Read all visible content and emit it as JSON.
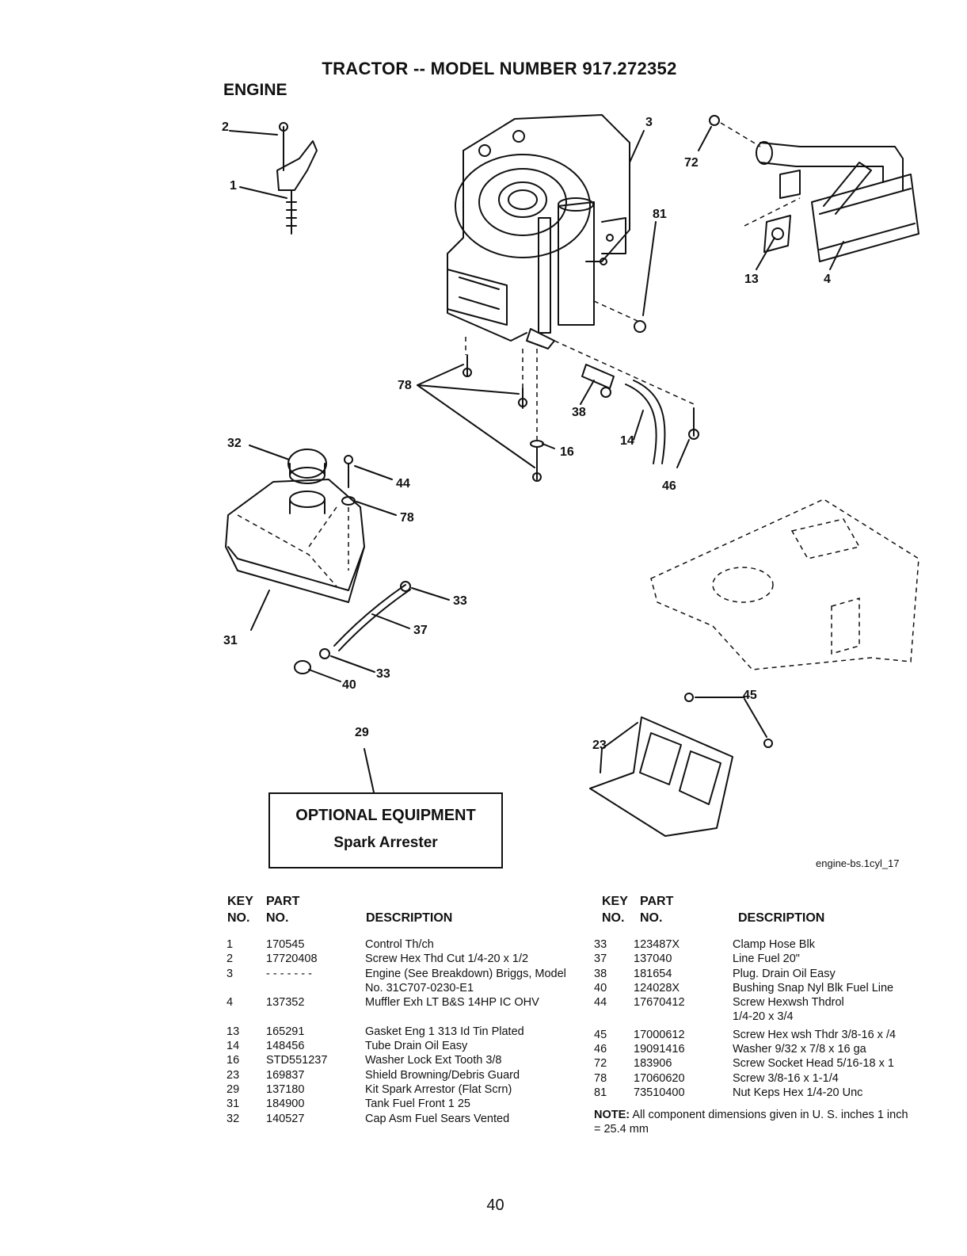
{
  "header": {
    "title": "TRACTOR -- MODEL NUMBER 917.272352",
    "section": "ENGINE"
  },
  "callouts": [
    "2",
    "1",
    "3",
    "72",
    "81",
    "13",
    "4",
    "78",
    "38",
    "14",
    "16",
    "32",
    "44",
    "46",
    "78",
    "33",
    "37",
    "31",
    "33",
    "40",
    "45",
    "23",
    "29"
  ],
  "optional": {
    "heading": "OPTIONAL EQUIPMENT",
    "subheading": "Spark Arrester"
  },
  "figure_ref": "engine-bs.1cyl_17",
  "table": {
    "key_label_1": "KEY",
    "key_label_2": "NO.",
    "part_label_1": "PART",
    "part_label_2": "NO.",
    "desc_label": "DESCRIPTION",
    "left_rows": [
      {
        "key": "1",
        "part": "170545",
        "desc": "Control Th/ch"
      },
      {
        "key": "2",
        "part": "17720408",
        "desc": "Screw Hex Thd Cut 1/4-20 x 1/2"
      },
      {
        "key": "3",
        "part": "- - - - - - -",
        "desc": "Engine (See Breakdown) Briggs, Model No. 31C707-0230-E1"
      },
      {
        "key": "4",
        "part": "137352",
        "desc": "Muffler Exh LT B&S 14HP IC OHV"
      },
      {
        "key": "13",
        "part": "165291",
        "desc": "Gasket Eng 1 313 Id Tin Plated"
      },
      {
        "key": "14",
        "part": "148456",
        "desc": "Tube Drain Oil Easy"
      },
      {
        "key": "16",
        "part": "STD551237",
        "desc": "Washer Lock Ext Tooth 3/8"
      },
      {
        "key": "23",
        "part": "169837",
        "desc": "Shield Browning/Debris Guard"
      },
      {
        "key": "29",
        "part": "137180",
        "desc": "Kit Spark Arrestor (Flat Scrn)"
      },
      {
        "key": "31",
        "part": "184900",
        "desc": "Tank Fuel Front 1 25"
      },
      {
        "key": "32",
        "part": "140527",
        "desc": "Cap Asm Fuel Sears Vented"
      }
    ],
    "right_rows": [
      {
        "key": "33",
        "part": "123487X",
        "desc": "Clamp Hose Blk"
      },
      {
        "key": "37",
        "part": "137040",
        "desc": "Line Fuel 20\""
      },
      {
        "key": "38",
        "part": "181654",
        "desc": "Plug. Drain Oil Easy"
      },
      {
        "key": "40",
        "part": "124028X",
        "desc": "Bushing Snap Nyl Blk Fuel Line"
      },
      {
        "key": "44",
        "part": "17670412",
        "desc": "Screw Hexwsh Thdrol 1/4-20 x 3/4"
      },
      {
        "key": "45",
        "part": "17000612",
        "desc": "Screw Hex wsh Thdr 3/8-16 x /4"
      },
      {
        "key": "46",
        "part": "19091416",
        "desc": "Washer 9/32 x 7/8 x 16 ga"
      },
      {
        "key": "72",
        "part": "183906",
        "desc": "Screw Socket Head 5/16-18 x 1"
      },
      {
        "key": "78",
        "part": "17060620",
        "desc": "Screw 3/8-16 x 1-1/4"
      },
      {
        "key": "81",
        "part": "73510400",
        "desc": "Nut Keps Hex 1/4-20 Unc"
      }
    ]
  },
  "note": {
    "label": "NOTE:",
    "text": "All component dimensions given in U. S. inches 1 inch = 25.4 mm"
  },
  "page_number": "40"
}
